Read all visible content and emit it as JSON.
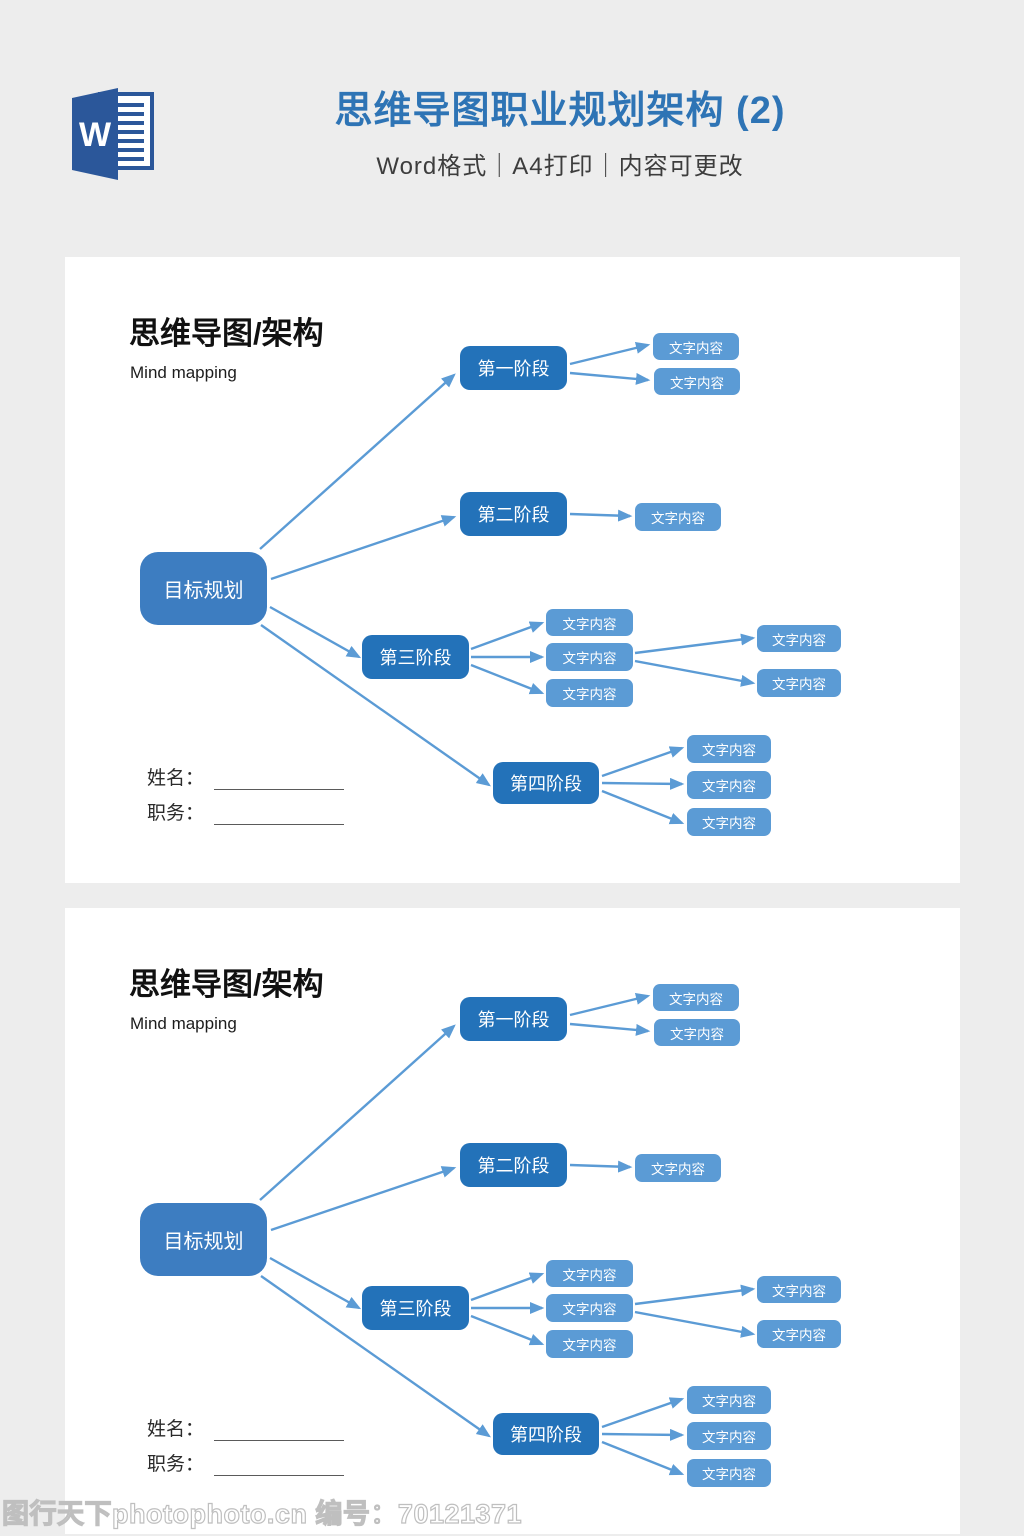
{
  "header": {
    "icon": "word-logo",
    "title": "思维导图职业规划架构 (2)",
    "subtitle": "Word格式｜A4打印｜内容可更改"
  },
  "colors": {
    "title_blue": "#2e74b5",
    "word_blue": "#2b579a",
    "root_node": "#3d7dc1",
    "stage_node": "#2372b9",
    "leaf_node": "#5b9bd5",
    "arrow": "#5b9bd5"
  },
  "panels": [
    {
      "title": "思维导图/架构",
      "subtitle": "Mind mapping",
      "root_label": "目标规划",
      "stages": [
        {
          "label": "第一阶段",
          "leaves": [
            "文字内容",
            "文字内容"
          ]
        },
        {
          "label": "第二阶段",
          "leaves": [
            "文字内容"
          ]
        },
        {
          "label": "第三阶段",
          "leaves": [
            "文字内容",
            "文字内容",
            "文字内容"
          ],
          "sub_leaves": [
            "文字内容",
            "文字内容"
          ]
        },
        {
          "label": "第四阶段",
          "leaves": [
            "文字内容",
            "文字内容",
            "文字内容"
          ]
        }
      ],
      "fields": [
        "姓名：",
        "职务："
      ]
    },
    {
      "title": "思维导图/架构",
      "subtitle": "Mind mapping",
      "root_label": "目标规划",
      "stages": [
        {
          "label": "第一阶段",
          "leaves": [
            "文字内容",
            "文字内容"
          ]
        },
        {
          "label": "第二阶段",
          "leaves": [
            "文字内容"
          ]
        },
        {
          "label": "第三阶段",
          "leaves": [
            "文字内容",
            "文字内容",
            "文字内容"
          ],
          "sub_leaves": [
            "文字内容",
            "文字内容"
          ]
        },
        {
          "label": "第四阶段",
          "leaves": [
            "文字内容",
            "文字内容",
            "文字内容"
          ]
        }
      ],
      "fields": [
        "姓名：",
        "职务："
      ]
    }
  ],
  "watermark": "图行天下photophoto.cn 编号：70121371"
}
